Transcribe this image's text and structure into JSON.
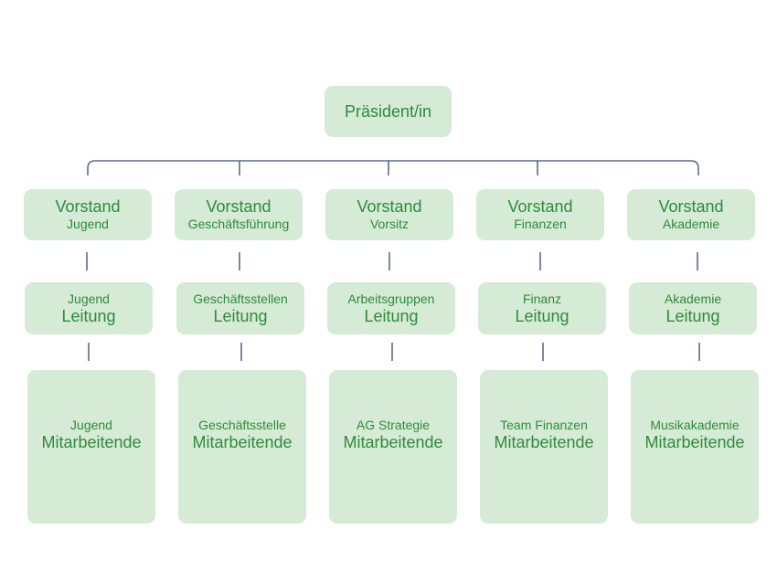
{
  "president": {
    "label": "Präsident/in"
  },
  "columns": [
    {
      "board": {
        "title": "Vorstand",
        "subtitle": "Jugend"
      },
      "lead": {
        "dept": "Jugend",
        "title": "Leitung"
      },
      "staff": {
        "dept": "Jugend",
        "title": "Mitarbeitende"
      }
    },
    {
      "board": {
        "title": "Vorstand",
        "subtitle": "Geschäftsführung"
      },
      "lead": {
        "dept": "Geschäftsstellen",
        "title": "Leitung"
      },
      "staff": {
        "dept": "Geschäftsstelle",
        "title": "Mitarbeitende"
      }
    },
    {
      "board": {
        "title": "Vorstand",
        "subtitle": "Vorsitz"
      },
      "lead": {
        "dept": "Arbeitsgruppen",
        "title": "Leitung"
      },
      "staff": {
        "dept": "AG Strategie",
        "title": "Mitarbeitende"
      }
    },
    {
      "board": {
        "title": "Vorstand",
        "subtitle": "Finanzen"
      },
      "lead": {
        "dept": "Finanz",
        "title": "Leitung"
      },
      "staff": {
        "dept": "Team Finanzen",
        "title": "Mitarbeitende"
      }
    },
    {
      "board": {
        "title": "Vorstand",
        "subtitle": "Akademie"
      },
      "lead": {
        "dept": "Akademie",
        "title": "Leitung"
      },
      "staff": {
        "dept": "Musikakademie",
        "title": "Mitarbeitende"
      }
    }
  ],
  "colors": {
    "box_fill": "#d6ebd6",
    "text": "#2e8b3a",
    "connector": "#5a6a8c"
  }
}
